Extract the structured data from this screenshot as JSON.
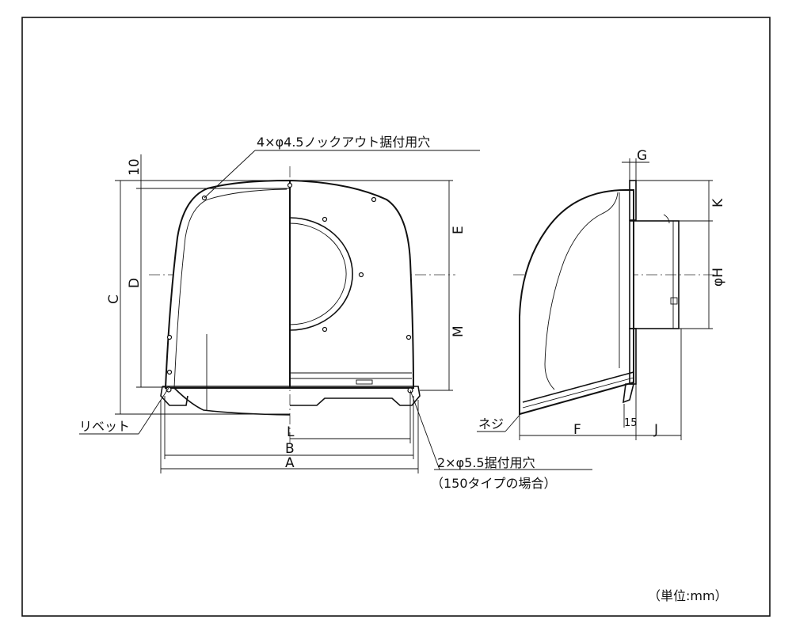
{
  "labels": {
    "knockout_holes": "4×φ4.5ノックアウト据付用穴",
    "rivet": "リベット",
    "mount_holes": "2×φ5.5据付用穴",
    "mount_holes_note": "（150タイプの場合）",
    "screw": "ネジ",
    "unit": "（単位:mm）"
  },
  "dimensions": {
    "a": "A",
    "b": "B",
    "c": "C",
    "d": "D",
    "e": "E",
    "f": "F",
    "g": "G",
    "h": "φH",
    "j": "J",
    "k": "K",
    "l": "L",
    "m": "M",
    "ten": "10",
    "fifteen": "15"
  }
}
